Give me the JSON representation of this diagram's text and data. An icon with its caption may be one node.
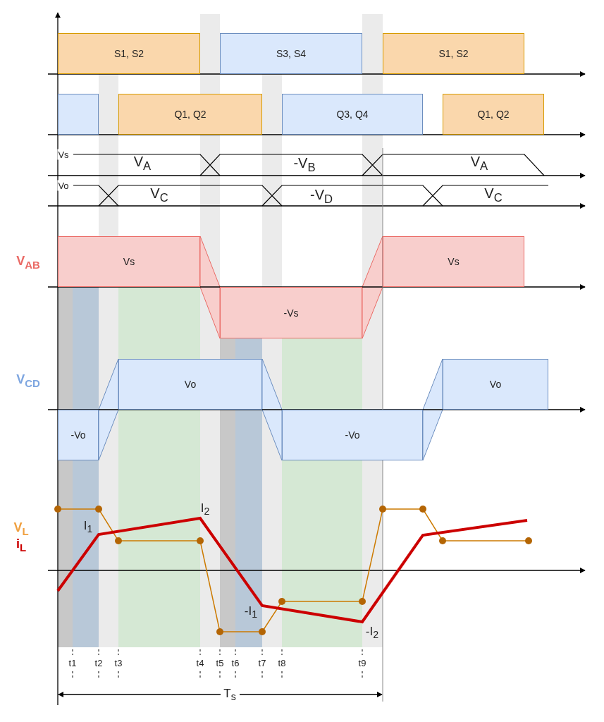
{
  "diagram": {
    "nodes": [
      {
        "text": [
          "S1, S2"
        ]
      },
      {
        "text": [
          "S3, S4"
        ]
      },
      {
        "text": [
          "S1, S2"
        ]
      },
      {
        "text": [],
        "shape": "box"
      },
      {
        "text": [
          "Q1, Q2"
        ]
      },
      {
        "text": [
          "Q3, Q4"
        ]
      },
      {
        "text": [
          "Q1, Q2"
        ]
      },
      {
        "text": [
          "Vs"
        ]
      },
      {
        "text": [
          "-Vs"
        ]
      },
      {
        "text": [
          "Vs"
        ]
      },
      {
        "text": [
          "-Vo"
        ]
      },
      {
        "text": [
          "Vo"
        ]
      },
      {
        "text": [
          "-Vo"
        ]
      },
      {
        "text": [
          "Vo"
        ]
      }
    ],
    "labels": [
      "Vs",
      "V$_{A}$",
      "-V$_{B}$",
      "V$_{A}$",
      "Vo",
      "V$_{C}$",
      "-V$_{D}$",
      "V$_{C}$",
      "V$_{AB}$",
      "V$_{CD}$",
      "V$_{L}$",
      "i$_{L}$",
      "I$_{1}$",
      "I$_{2}$",
      "-I$_{1}$",
      "-I$_{2}$",
      "t1",
      "t2",
      "t3",
      "t4",
      "t5",
      "t6",
      "t7",
      "t8",
      "t9",
      "T$_{s}$"
    ]
  }
}
